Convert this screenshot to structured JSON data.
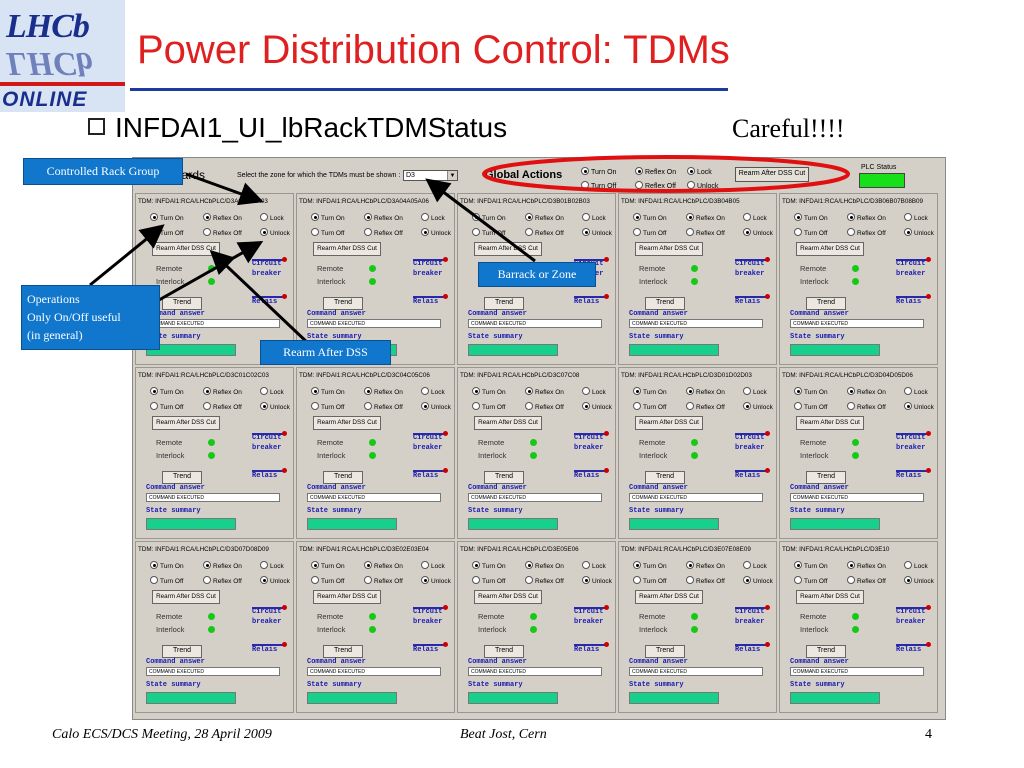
{
  "slide": {
    "logo_text": "LHCb",
    "logo_sub": "ONLINE",
    "title": "Power Distribution Control: TDMs",
    "bullet": "INFDAI1_UI_lbRackTDMStatus",
    "careful": "Careful!!!!"
  },
  "panel": {
    "boards_label": "oards",
    "zone_label": "Select the zone for which the TDMs must be shown :",
    "zone_value": "D3",
    "global_actions": "Global Actions",
    "turn_on": "Turn On",
    "turn_off": "Turn Off",
    "reflex_on": "Reflex On",
    "reflex_off": "Reflex Off",
    "lock": "Lock",
    "unlock": "Unlock",
    "rearm": "Rearm After DSS Cut",
    "tile_rearm": "Rearm After DSS Cut",
    "plc_status": "PLC Status",
    "plc_color": "#18e018"
  },
  "tile_labels": {
    "remote": "Remote",
    "interlock": "Interlock",
    "circuit": "Circuit",
    "breaker": "breaker",
    "relais": "Relais",
    "trend": "Trend",
    "command_answer": "Command answer",
    "command_executed": "COMMAND EXECUTED",
    "state_summary": "State summary"
  },
  "tiles": [
    {
      "name": "TDM: INFDAI1:RCA/LHCbPLC/D3A01A02A03"
    },
    {
      "name": "TDM: INFDAI1:RCA/LHCbPLC/D3A04A05A06"
    },
    {
      "name": "TDM: INFDAI1:RCA/LHCbPLC/D3B01B02B03"
    },
    {
      "name": "TDM: INFDAI1:RCA/LHCbPLC/D3B04B05"
    },
    {
      "name": "TDM: INFDAI1:RCA/LHCbPLC/D3B06B07B08B09"
    },
    {
      "name": "TDM: INFDAI1:RCA/LHCbPLC/D3C01C02C03"
    },
    {
      "name": "TDM: INFDAI1:RCA/LHCbPLC/D3C04C05C06"
    },
    {
      "name": "TDM: INFDAI1:RCA/LHCbPLC/D3C07C08"
    },
    {
      "name": "TDM: INFDAI1:RCA/LHCbPLC/D3D01D02D03"
    },
    {
      "name": "TDM: INFDAI1:RCA/LHCbPLC/D3D04D05D06"
    },
    {
      "name": "TDM: INFDAI1:RCA/LHCbPLC/D3D07D08D09"
    },
    {
      "name": "TDM: INFDAI1:RCA/LHCbPLC/D3E02E03E04"
    },
    {
      "name": "TDM: INFDAI1:RCA/LHCbPLC/D3E05E06"
    },
    {
      "name": "TDM: INFDAI1:RCA/LHCbPLC/D3E07E08E09"
    },
    {
      "name": "TDM: INFDAI1:RCA/LHCbPLC/D3E10"
    }
  ],
  "callouts": {
    "rack_group": "Controlled Rack Group",
    "barrack": "Barrack or Zone",
    "ops_line1": "Operations",
    "ops_line2": "Only On/Off useful",
    "ops_line3": "(in general)",
    "rearm": "Rearm After DSS"
  },
  "footer": {
    "left": "Calo ECS/DCS Meeting, 28 April 2009",
    "center": "Beat Jost, Cern",
    "page": "4"
  },
  "colors": {
    "title": "#e02020",
    "callout": "#1177cc",
    "state_bar": "#16d08c",
    "led": "#18c818",
    "highlight": "#e01010"
  }
}
